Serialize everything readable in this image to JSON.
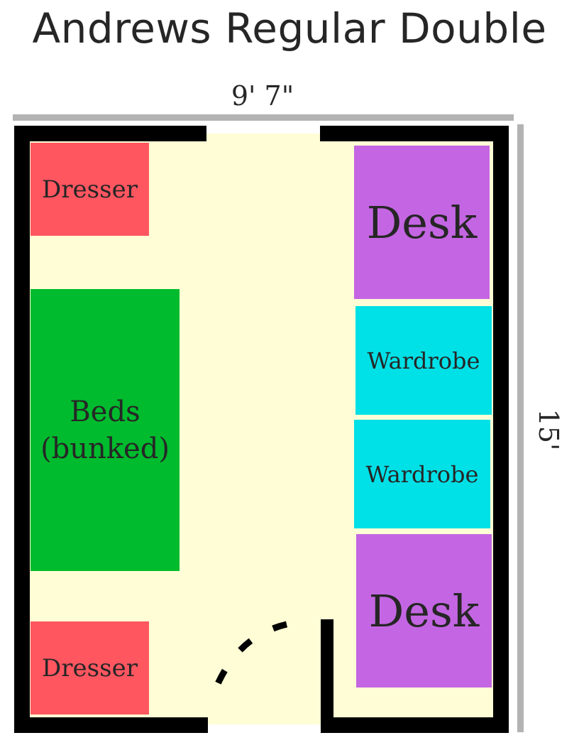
{
  "title": "Andrews Regular Double",
  "dimensions": {
    "width": "9' 7\"",
    "length": "15'"
  },
  "furniture": {
    "dresser_top": "Dresser",
    "dresser_bottom": "Dresser",
    "beds": "Beds\n(bunked)",
    "desk_top": "Desk",
    "wardrobe_top": "Wardrobe",
    "wardrobe_bottom": "Wardrobe",
    "desk_bottom": "Desk"
  },
  "colors": {
    "floor": "#fefdd5",
    "wall": "#000000",
    "dimension_line": "#b3b3b3",
    "dresser": "#ff5660",
    "beds": "#00bb2d",
    "desk": "#c466e3",
    "wardrobe": "#00e0e7"
  }
}
